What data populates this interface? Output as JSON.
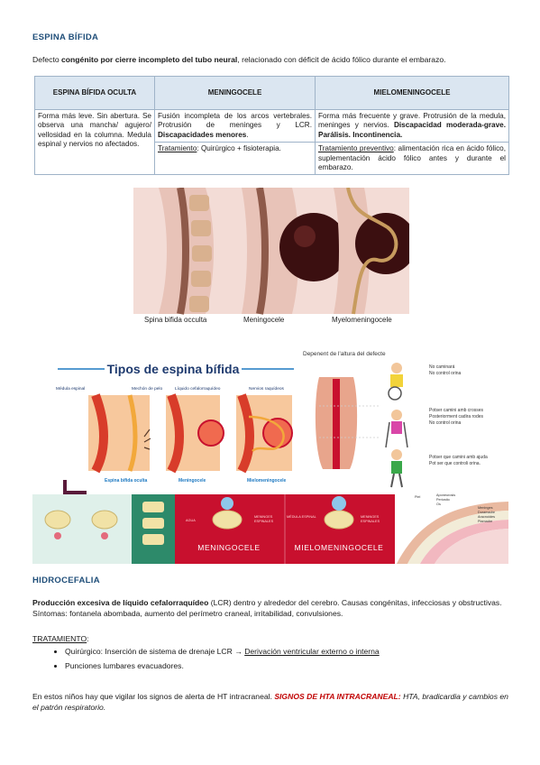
{
  "section1": {
    "title": "ESPINA BÍFIDA",
    "intro_pre": "Defecto ",
    "intro_bold": "congénito por cierre incompleto del tubo neural",
    "intro_post": ", relacionado con déficit de ácido fólico durante el embarazo."
  },
  "table": {
    "headers": [
      "ESPINA BÍFIDA OCULTA",
      "MENINGOCELE",
      "MIELOMENINGOCELE"
    ],
    "col1": "Forma más leve. Sin abertura. Se observa una mancha/ agujero/ vellosidad en la columna. Medula espinal y nervios no afectados.",
    "col2_top_pre": "Fusión incompleta de los arcos vertebrales. Protrusión de meninges y LCR. ",
    "col2_top_bold": "Discapacidades menores",
    "col2_top_post": ".",
    "col2_bottom_label": "Tratamiento",
    "col2_bottom_text": ": Quirúrgico + fisioterapia.",
    "col3_top_pre": "Forma más frecuente y grave. Protrusión de la medula, meninges y nervios. ",
    "col3_top_bold": "Discapacidad moderada-grave. Parálisis. Incontinencia.",
    "col3_bottom_label": "Tratamiento preventivo",
    "col3_bottom_text": ": alimentación rica en ácido fólico, suplementación ácido fólico antes y durante el embarazo."
  },
  "figure1": {
    "captions": [
      "Spina bifida occulta",
      "Meningocele",
      "Myelomeningocele"
    ]
  },
  "figure2": {
    "title": "Tipos de espina bífida",
    "right_heading": "Depenent de l'altura del defecte",
    "labels_top": [
      "Médula espinal",
      "Mechón de pelo",
      "Líquido cefalorraquídeo",
      "Nervios raquídeos"
    ],
    "labels_bottom": [
      "Espina bífida oculta",
      "Meningocele",
      "Mielomeningocele"
    ],
    "level_notes": [
      [
        "No caminará",
        "No control orina"
      ],
      [
        "Potser camini amb crosses",
        "Posteriorment cadira rodes",
        "No control orina"
      ],
      [
        "Potser que camini amb ajuda",
        "Pot ser que controli orina."
      ]
    ],
    "band_labels": [
      "MENINGOCELE",
      "MIELOMENINGOCELE"
    ],
    "band_small_left": [
      "AGUA",
      "MENINGES",
      "ESPINALES"
    ],
    "band_small_right": [
      "MÉDULA ESPINAL",
      "MENINGES",
      "ESPINALES"
    ],
    "anatomy_labels": [
      "Piel",
      "Aponeurosis",
      "Periostio",
      "Os",
      "Meninges",
      "Duramadre",
      "Aracnoides",
      "Piamadre"
    ]
  },
  "section2": {
    "title": "HIDROCEFALIA",
    "p1_bold": "Producción excesiva de líquido cefalorraquídeo",
    "p1_post": " (LCR) dentro y alrededor del cerebro. Causas congénitas, infecciosas y obstructivas. Síntomas: fontanela abombada, aumento del perímetro craneal, irritabilidad, convulsiones.",
    "treatment_label": "TRATAMIENTO",
    "treatment_colon": ":",
    "item1_pre": "Quirúrgico: Inserción de sistema de drenaje LCR → ",
    "item1_u": "Derivación ventricular externo o interna",
    "item2": "Punciones lumbares evacuadores.",
    "p2_pre": "En estos niños hay que vigilar los signos de alerta de HT intracraneal. ",
    "p2_red": "SIGNOS DE HTA INTRACRANEAL:",
    "p2_italic": " HTA, bradicardia y cambios en el patrón respiratorio."
  },
  "colors": {
    "heading": "#1f4e79",
    "table_header": "#dbe6f1",
    "alert": "#c00000",
    "band": "#c8102e"
  }
}
